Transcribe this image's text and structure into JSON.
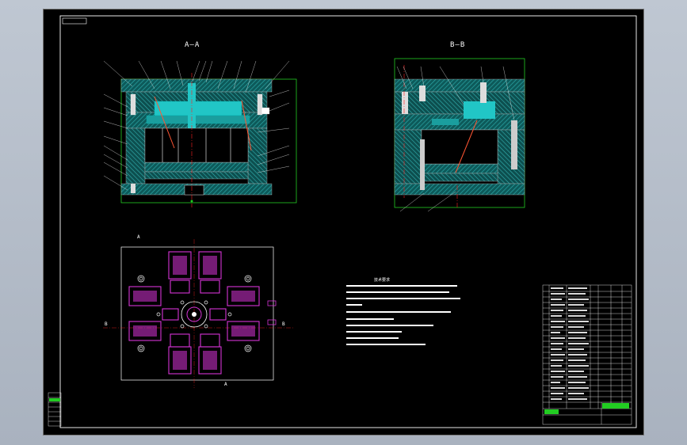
{
  "drawing": {
    "section_aa": "A—A",
    "section_bb": "B—B",
    "plan_label_a_top": "A",
    "plan_label_a_bottom": "A",
    "plan_label_b_left": "B",
    "plan_label_b_right": "B",
    "notes_title": "技术要求"
  },
  "colors": {
    "background": "#000000",
    "frame": "#ffffff",
    "cyan_part": "#21c6c6",
    "magenta_part": "#d534d5",
    "green_outline": "#22cc22",
    "red_centerline": "#ff2020",
    "hatch": "#2aa6a6"
  }
}
